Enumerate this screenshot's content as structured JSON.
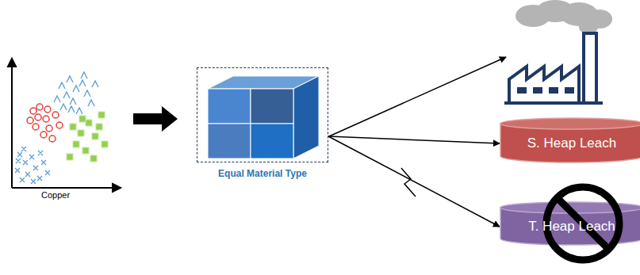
{
  "diagram": {
    "nodes": [
      {
        "text": [
          "Equal Material Type"
        ]
      },
      {
        "text": [
          "S. Heap Leach"
        ]
      },
      {
        "text": [
          "T. Heap Leach"
        ]
      }
    ],
    "edges": [
      {
        "from": 0,
        "to": 1,
        "arrow": "to"
      },
      {
        "from": 0,
        "to": 2,
        "arrow": "to"
      }
    ],
    "labels": [
      "Copper"
    ]
  }
}
